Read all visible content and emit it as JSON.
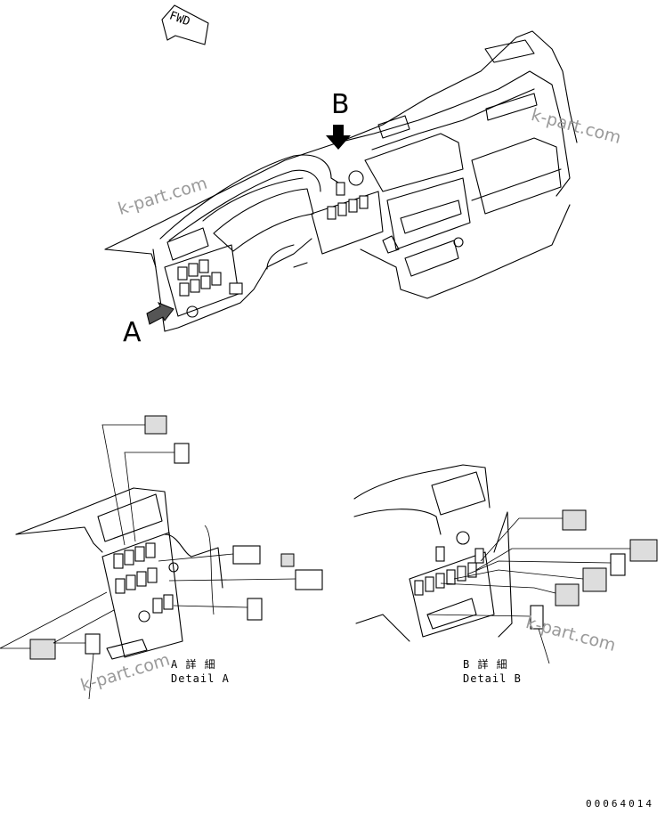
{
  "fwd_label": "FWD",
  "view_labels": {
    "a": "A",
    "b": "B"
  },
  "detail_a": {
    "jp": "A 詳 細",
    "en": "Detail A"
  },
  "detail_b": {
    "jp": "B 詳 細",
    "en": "Detail B"
  },
  "watermark": "k-part.com",
  "part_number": "00064014"
}
